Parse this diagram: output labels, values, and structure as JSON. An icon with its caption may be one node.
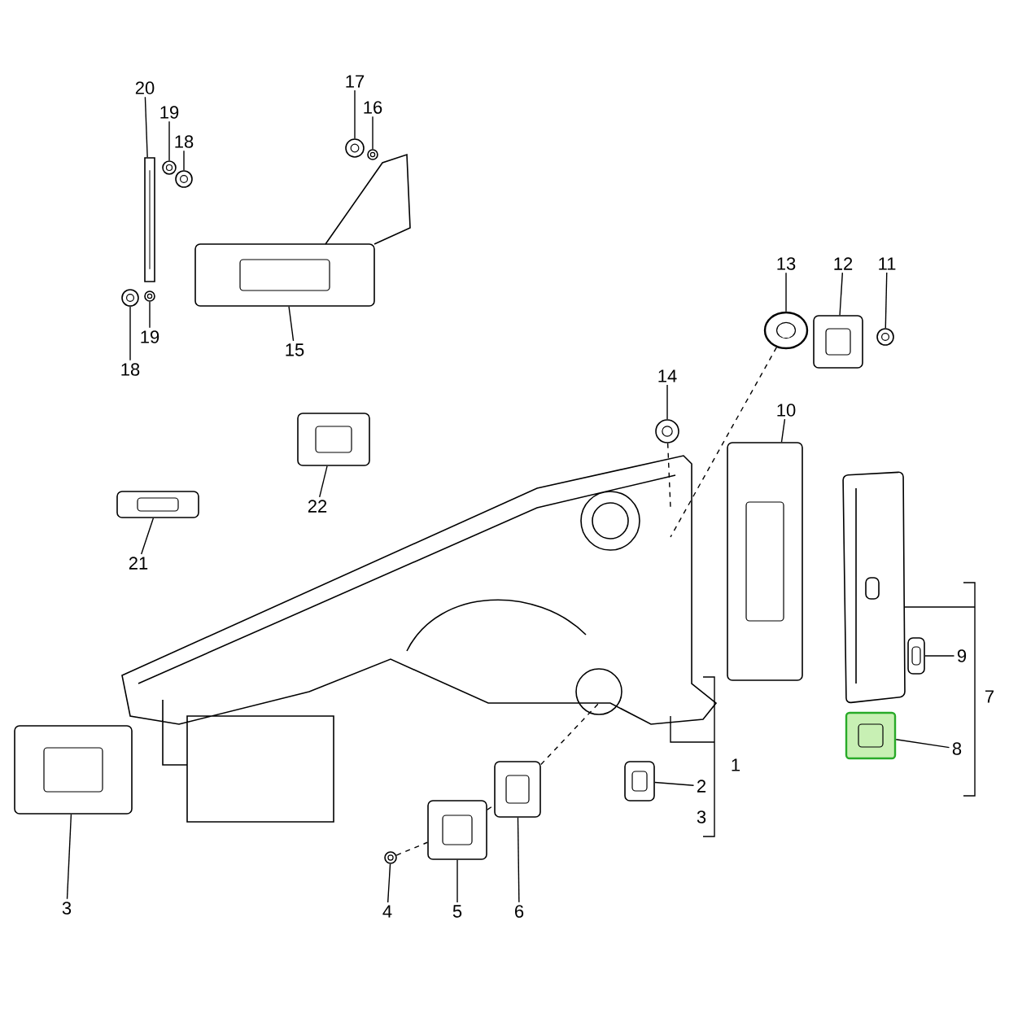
{
  "diagram": {
    "nodes": [
      {
        "text": [
          "20"
        ]
      },
      {
        "text": [],
        "shape": "picture"
      },
      {
        "text": [
          "19"
        ]
      },
      {
        "text": [],
        "shape": "picture"
      },
      {
        "text": [
          "18"
        ]
      },
      {
        "text": [],
        "shape": "picture"
      },
      {
        "text": [
          "17"
        ]
      },
      {
        "text": [],
        "shape": "picture"
      },
      {
        "text": [
          "16"
        ]
      },
      {
        "text": [],
        "shape": "picture"
      },
      {
        "text": [
          "13"
        ]
      },
      {
        "text": [],
        "shape": "picture"
      },
      {
        "text": [
          "12"
        ]
      },
      {
        "text": [],
        "shape": "picture"
      },
      {
        "text": [
          "11"
        ]
      },
      {
        "text": [],
        "shape": "picture"
      },
      {
        "text": [
          "19"
        ]
      },
      {
        "text": [],
        "shape": "picture"
      },
      {
        "text": [
          "18"
        ]
      },
      {
        "text": [],
        "shape": "picture"
      },
      {
        "text": [
          "15"
        ]
      },
      {
        "text": [],
        "shape": "picture"
      },
      {
        "text": [
          "14"
        ]
      },
      {
        "text": [],
        "shape": "picture"
      },
      {
        "text": [
          "10"
        ]
      },
      {
        "text": [],
        "shape": "picture"
      },
      {
        "text": [
          "22"
        ]
      },
      {
        "text": [],
        "shape": "picture"
      },
      {
        "text": [
          "21"
        ]
      },
      {
        "text": [],
        "shape": "picture"
      },
      {
        "text": [
          "9"
        ]
      },
      {
        "text": [],
        "shape": "picture"
      },
      {
        "text": [
          "8"
        ]
      },
      {
        "text": [],
        "shape": "picture"
      },
      {
        "text": [
          "2"
        ]
      },
      {
        "text": [],
        "shape": "picture"
      },
      {
        "text": [
          "3"
        ]
      },
      {
        "text": [],
        "shape": "picture"
      },
      {
        "text": [
          "4"
        ]
      },
      {
        "text": [],
        "shape": "picture"
      },
      {
        "text": [
          "5"
        ]
      },
      {
        "text": [],
        "shape": "picture"
      },
      {
        "text": [
          "6"
        ]
      },
      {
        "text": [],
        "shape": "picture"
      }
    ],
    "edges": [
      {
        "from": 0,
        "to": 1,
        "arrow": "none"
      },
      {
        "from": 2,
        "to": 3,
        "arrow": "none"
      },
      {
        "from": 4,
        "to": 5,
        "arrow": "none"
      },
      {
        "from": 6,
        "to": 7,
        "arrow": "none"
      },
      {
        "from": 8,
        "to": 9,
        "arrow": "none"
      },
      {
        "from": 10,
        "to": 11,
        "arrow": "none"
      },
      {
        "from": 12,
        "to": 13,
        "arrow": "none"
      },
      {
        "from": 14,
        "to": 15,
        "arrow": "none"
      },
      {
        "from": 16,
        "to": 17,
        "arrow": "none"
      },
      {
        "from": 18,
        "to": 19,
        "arrow": "none"
      },
      {
        "from": 20,
        "to": 21,
        "arrow": "none"
      },
      {
        "from": 22,
        "to": 23,
        "arrow": "none"
      },
      {
        "from": 24,
        "to": 25,
        "arrow": "none"
      },
      {
        "from": 26,
        "to": 27,
        "arrow": "none"
      },
      {
        "from": 28,
        "to": 29,
        "arrow": "none"
      },
      {
        "from": 30,
        "to": 31,
        "arrow": "none"
      },
      {
        "from": 32,
        "to": 33,
        "arrow": "none"
      },
      {
        "from": 34,
        "to": 35,
        "arrow": "none"
      },
      {
        "from": 36,
        "to": 37,
        "arrow": "none"
      },
      {
        "from": 38,
        "to": 39,
        "arrow": "none"
      },
      {
        "from": 40,
        "to": 41,
        "arrow": "none"
      },
      {
        "from": 42,
        "to": 43,
        "arrow": "none"
      },
      {
        "from": 39,
        "to": 41,
        "arrow": "none",
        "style": "dashed"
      },
      {
        "from": 41,
        "to": 43,
        "arrow": "none",
        "style": "dashed"
      },
      {
        "from": 43,
        "to": null,
        "arrow": "none",
        "style": "dashed"
      },
      {
        "from": 11,
        "to": null,
        "arrow": "none",
        "style": "dashed"
      },
      {
        "from": 23,
        "to": null,
        "arrow": "none",
        "style": "dashed"
      }
    ],
    "labels": [
      "7",
      "1",
      "3"
    ]
  }
}
